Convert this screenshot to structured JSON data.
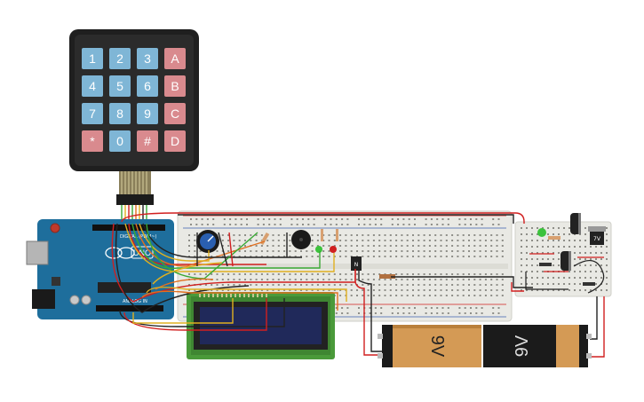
{
  "keypad": {
    "keys": [
      {
        "label": "1",
        "kind": "num"
      },
      {
        "label": "2",
        "kind": "num"
      },
      {
        "label": "3",
        "kind": "num"
      },
      {
        "label": "A",
        "kind": "letter"
      },
      {
        "label": "4",
        "kind": "num"
      },
      {
        "label": "5",
        "kind": "num"
      },
      {
        "label": "6",
        "kind": "num"
      },
      {
        "label": "B",
        "kind": "letter"
      },
      {
        "label": "7",
        "kind": "num"
      },
      {
        "label": "8",
        "kind": "num"
      },
      {
        "label": "9",
        "kind": "num"
      },
      {
        "label": "C",
        "kind": "letter"
      },
      {
        "label": "*",
        "kind": "letter"
      },
      {
        "label": "0",
        "kind": "num"
      },
      {
        "label": "#",
        "kind": "letter"
      },
      {
        "label": "D",
        "kind": "letter"
      }
    ]
  },
  "arduino": {
    "brand": "UNO",
    "digital_label": "DIGITAL (PWM~)",
    "analog_label": "ANALOG IN"
  },
  "transistor_label": "N",
  "regulator_label": "7V",
  "batteries": [
    {
      "label": "9V"
    },
    {
      "label": "9V"
    }
  ],
  "colors": {
    "key_num": "#7fb6d6",
    "key_letter": "#d98a8e",
    "keypad_body": "#1f1f1f",
    "arduino_board": "#1e6e9c",
    "breadboard": "#e9e9e4",
    "lcd_board": "#4a9a3a",
    "lcd_screen": "#20295a",
    "battery_body": "#d49a55",
    "battery_dark": "#1b1b1b",
    "wire_red": "#d11f1f",
    "wire_black": "#222222",
    "wire_green": "#39a935",
    "wire_yellow": "#e0b020",
    "wire_orange": "#e07020"
  }
}
